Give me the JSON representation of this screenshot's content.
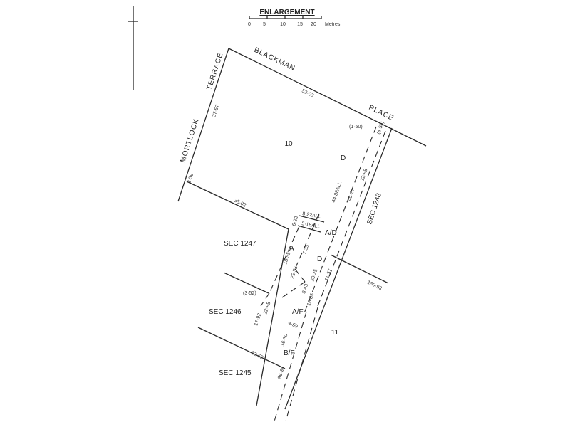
{
  "scale": {
    "title": "ENLARGEMENT",
    "ticks": [
      "0",
      "5",
      "10",
      "15",
      "20"
    ],
    "unit": "Metres"
  },
  "roads": {
    "blackman": "BLACKMAN",
    "place": "PLACE",
    "terrace": "TERRACE",
    "mortlock": "MORTLOCK"
  },
  "lots": {
    "lot10": "10",
    "lot11": "11"
  },
  "sections": {
    "s1247": "SEC 1247",
    "s1246": "SEC 1246",
    "s1245": "SEC 1245",
    "s1248": "SEC 1248"
  },
  "easements": {
    "a": "A",
    "ad": "A/D",
    "d_top": "D",
    "d_mid": "D",
    "af": "A/F",
    "bf": "B/F"
  },
  "dims": {
    "d5303": "53·03",
    "d3757": "37·57",
    "d259": "2·59",
    "d3502": "35·02",
    "d150": "(1·50)",
    "d450": "(4·50)",
    "d3298": "32·98",
    "d4488": "44·88ALL",
    "d4027": "40·27",
    "d822": "8·22ALL",
    "d518": "5·18ALL",
    "d623": "6·23",
    "d733": "7·33",
    "d1855": "18·55",
    "d2555": "25·55",
    "d1137": "11·37",
    "d2025": "20·25",
    "d843": "8·43",
    "d1685": "16·85",
    "d16093": "160·93",
    "d352": "(3·52)",
    "d2295": "22·95",
    "d1792": "17·92",
    "d459": "4·59",
    "d1630": "16·30",
    "d1252": "12·52",
    "d9685": "96·85"
  }
}
